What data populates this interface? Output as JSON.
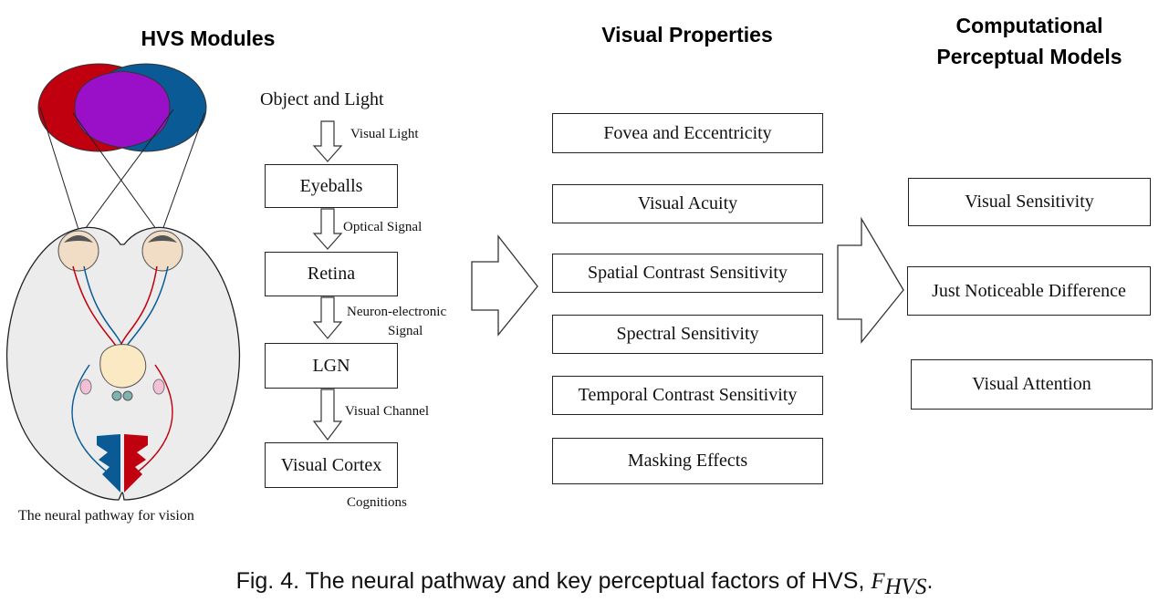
{
  "titles": {
    "hvs_modules": "HVS Modules",
    "visual_properties": "Visual Properties",
    "computational_line1": "Computational",
    "computational_line2": "Perceptual Models"
  },
  "pathway": {
    "object_and_light": "Object and Light",
    "visual_light": "Visual Light",
    "eyeballs": "Eyeballs",
    "optical_signal": "Optical Signal",
    "retina": "Retina",
    "neuron_electronic": "Neuron-electronic",
    "signal": "Signal",
    "lgn": "LGN",
    "visual_channel": "Visual Channel",
    "visual_cortex": "Visual Cortex",
    "cognitions": "Cognitions"
  },
  "brain_caption": "The neural pathway for vision",
  "visual_properties": [
    "Fovea and Eccentricity",
    "Visual Acuity",
    "Spatial Contrast Sensitivity",
    "Spectral Sensitivity",
    "Temporal Contrast Sensitivity",
    "Masking Effects"
  ],
  "models": [
    "Visual Sensitivity",
    "Just Noticeable Difference",
    "Visual Attention"
  ],
  "caption": {
    "prefix": "Fig. 4.  The neural pathway and key perceptual factors of HVS, ",
    "symbol": "F",
    "subscript": "HVS",
    "suffix": "."
  },
  "colors": {
    "left_field": "#c0000f",
    "right_field": "#0a5a96",
    "overlap": "#9a10c8",
    "brain_fill": "#ececec",
    "thalamus": "#fbe9c3"
  }
}
